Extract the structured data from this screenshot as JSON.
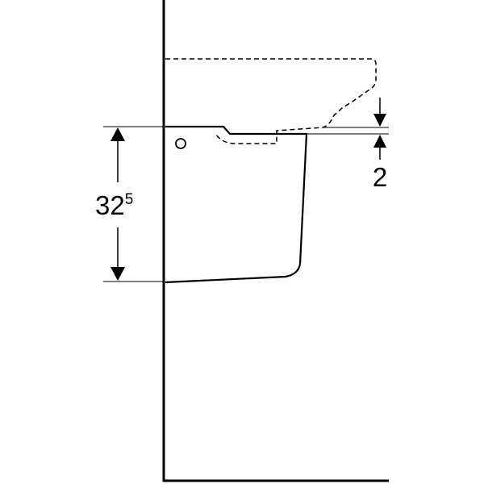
{
  "drawing": {
    "dimension_height": {
      "main": "32",
      "superscript": "5"
    },
    "dimension_gap": {
      "value": "2"
    }
  },
  "colors": {
    "line": "#000000",
    "background": "#ffffff"
  }
}
